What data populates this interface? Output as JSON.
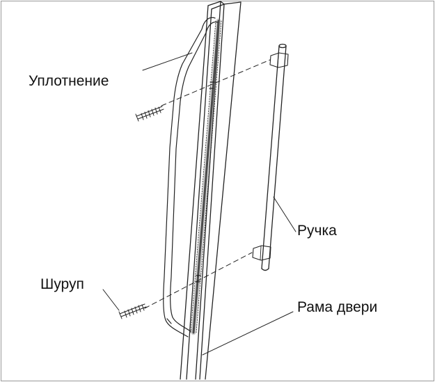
{
  "diagram": {
    "labels": {
      "seal": "Уплотнение",
      "screw": "Шуруп",
      "handle": "Ручка",
      "door_frame": "Рама двери"
    }
  }
}
